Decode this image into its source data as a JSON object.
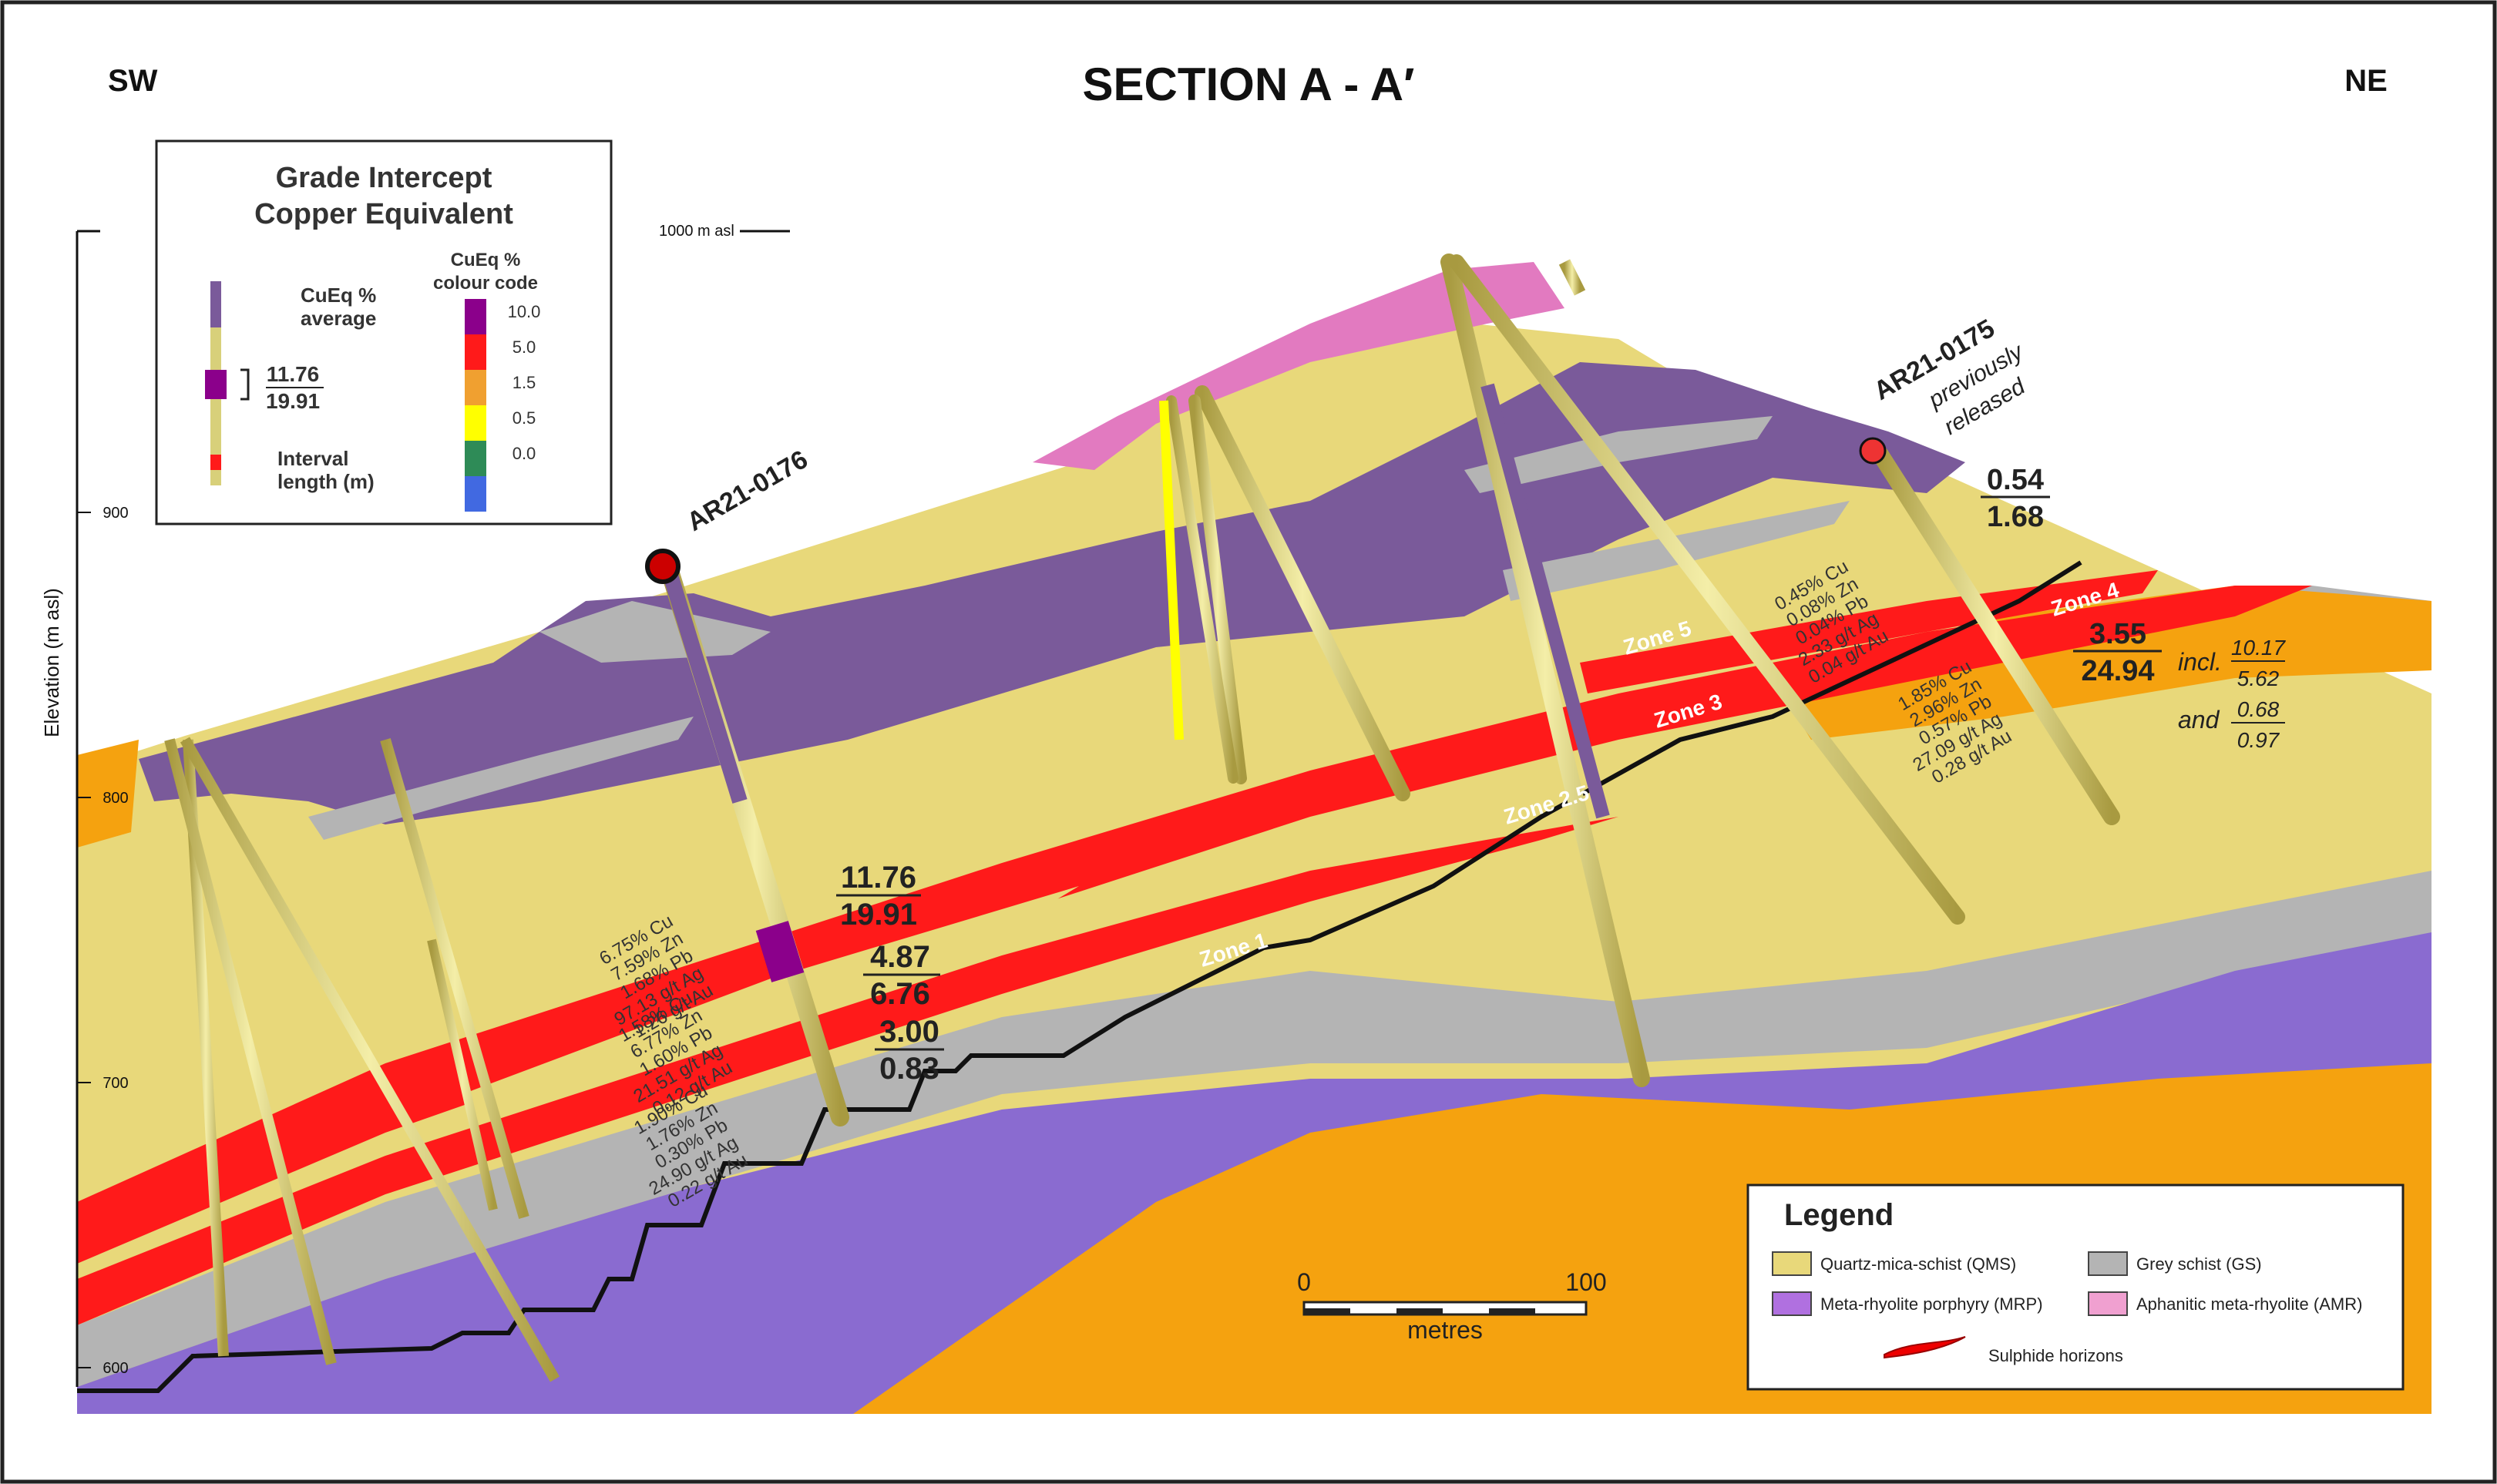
{
  "header": {
    "left": "SW",
    "title": "SECTION A - A′",
    "right": "NE"
  },
  "elevation_axis": {
    "title": "Elevation (m asl)",
    "ticks": [
      "900",
      "800",
      "700",
      "600"
    ],
    "reference_label": "1000 m asl"
  },
  "grade_key": {
    "title_line1": "Grade Intercept",
    "title_line2": "Copper Equivalent",
    "average_label_line1": "CuEq %",
    "average_label_line2": "average",
    "example_top": "11.76",
    "example_bottom": "19.91",
    "length_label_line1": "Interval",
    "length_label_line2": "length (m)",
    "colour_code_line1": "CuEq %",
    "colour_code_line2": "colour code",
    "scale": [
      {
        "label": "10.0",
        "color": "#8b008b"
      },
      {
        "label": "5.0",
        "color": "#ff1a1a"
      },
      {
        "label": "1.5",
        "color": "#f0a030"
      },
      {
        "label": "0.5",
        "color": "#ffff00"
      },
      {
        "label": "0.0",
        "color": "#2e8b57"
      },
      {
        "label": "",
        "color": "#4169e1"
      }
    ]
  },
  "holes": {
    "ar0176": {
      "name": "AR21-0176"
    },
    "ar0175": {
      "name": "AR21-0175",
      "note_line1": "previously",
      "note_line2": "released"
    }
  },
  "intercepts": [
    {
      "top": "11.76",
      "bottom": "19.91"
    },
    {
      "top": "4.87",
      "bottom": "6.76"
    },
    {
      "top": "3.00",
      "bottom": "0.83"
    },
    {
      "top": "0.54",
      "bottom": "1.68"
    },
    {
      "top": "3.55",
      "bottom": "24.94"
    }
  ],
  "includes": [
    {
      "prefix": "incl.",
      "top": "10.17",
      "bottom": "5.62"
    },
    {
      "prefix": "and",
      "top": "0.68",
      "bottom": "0.97"
    }
  ],
  "assays": {
    "a1": [
      "6.75% Cu",
      "7.59% Zn",
      "1.68% Pb",
      "97.13 g/t Ag",
      "1.26 g/t Au"
    ],
    "a2": [
      "1.58% Cu",
      "6.77% Zn",
      "1.60% Pb",
      "21.51 g/t Ag",
      "0.12 g/t Au"
    ],
    "a3": [
      "1.90% Cu",
      "1.76% Zn",
      "0.30% Pb",
      "24.90 g/t Ag",
      "0.22 g/t Au"
    ],
    "a4": [
      "0.45% Cu",
      "0.08% Zn",
      "0.04% Pb",
      "2.33 g/t Ag",
      "0.04 g/t Au"
    ],
    "a5": [
      "1.85% Cu",
      "2.96% Zn",
      "0.57% Pb",
      "27.09 g/t Ag",
      "0.28 g/t Au"
    ]
  },
  "zones": [
    "Zone 1",
    "Zone 2.5",
    "Zone 3",
    "Zone 4",
    "Zone 5"
  ],
  "scale_bar": {
    "start": "0",
    "end": "100",
    "unit": "metres"
  },
  "legend": {
    "title": "Legend",
    "items": [
      {
        "label": "Quartz-mica-schist (QMS)",
        "color": "#e8d87a"
      },
      {
        "label": "Grey schist (GS)",
        "color": "#b4b4b4"
      },
      {
        "label": "Meta-rhyolite porphyry (MRP)",
        "color": "#b070e0"
      },
      {
        "label": "Aphanitic meta-rhyolite (AMR)",
        "color": "#f0a0d0"
      }
    ],
    "sulphide_label": "Sulphide horizons"
  },
  "colors": {
    "qms": "#e8d87a",
    "grey_schist": "#b4b4b4",
    "purple_unit": "#7a5a9a",
    "mrp": "#8a6bd0",
    "amr": "#e27ac0",
    "orange_unit": "#f5a20f",
    "sulphide": "#ff1a1a",
    "hole": "#d8d07a"
  }
}
